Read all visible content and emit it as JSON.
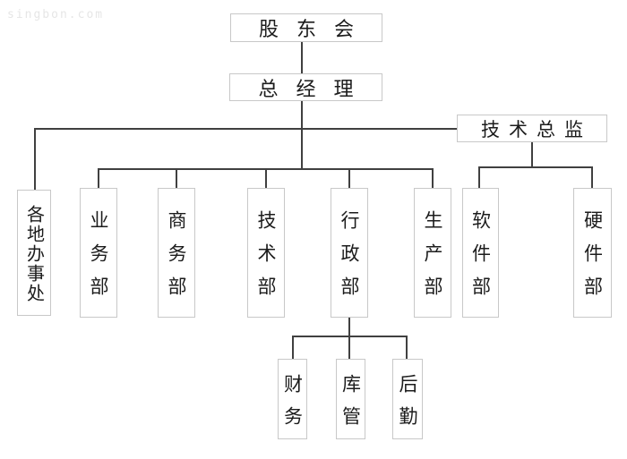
{
  "watermark": "singbon.com",
  "colors": {
    "background": "#ffffff",
    "line": "#404040",
    "box_border": "#c8c8c8",
    "box_bg": "#ffffff",
    "text": "#1c1c1c",
    "watermark": "#e6e6e6"
  },
  "org": {
    "type": "org-chart",
    "nodes": {
      "shareholders": "股东会",
      "general_manager": "总经理",
      "tech_director": "技术总监",
      "offices": "各地办事处",
      "business_dept": "业务部",
      "commerce_dept": "商务部",
      "tech_dept": "技术部",
      "admin_dept": "行政部",
      "production_dept": "生产部",
      "software_dept": "软件部",
      "hardware_dept": "硬件部",
      "finance": "财务",
      "warehouse": "库管",
      "logistics": "后勤"
    },
    "hierarchy": [
      {
        "parent": "股东会",
        "children": [
          "总经理"
        ]
      },
      {
        "parent": "总经理",
        "children": [
          "各地办事处",
          "业务部",
          "商务部",
          "技术部",
          "行政部",
          "生产部",
          "技术总监"
        ]
      },
      {
        "parent": "技术总监",
        "children": [
          "软件部",
          "硬件部"
        ]
      },
      {
        "parent": "行政部",
        "children": [
          "财务",
          "库管",
          "后勤"
        ]
      }
    ]
  }
}
